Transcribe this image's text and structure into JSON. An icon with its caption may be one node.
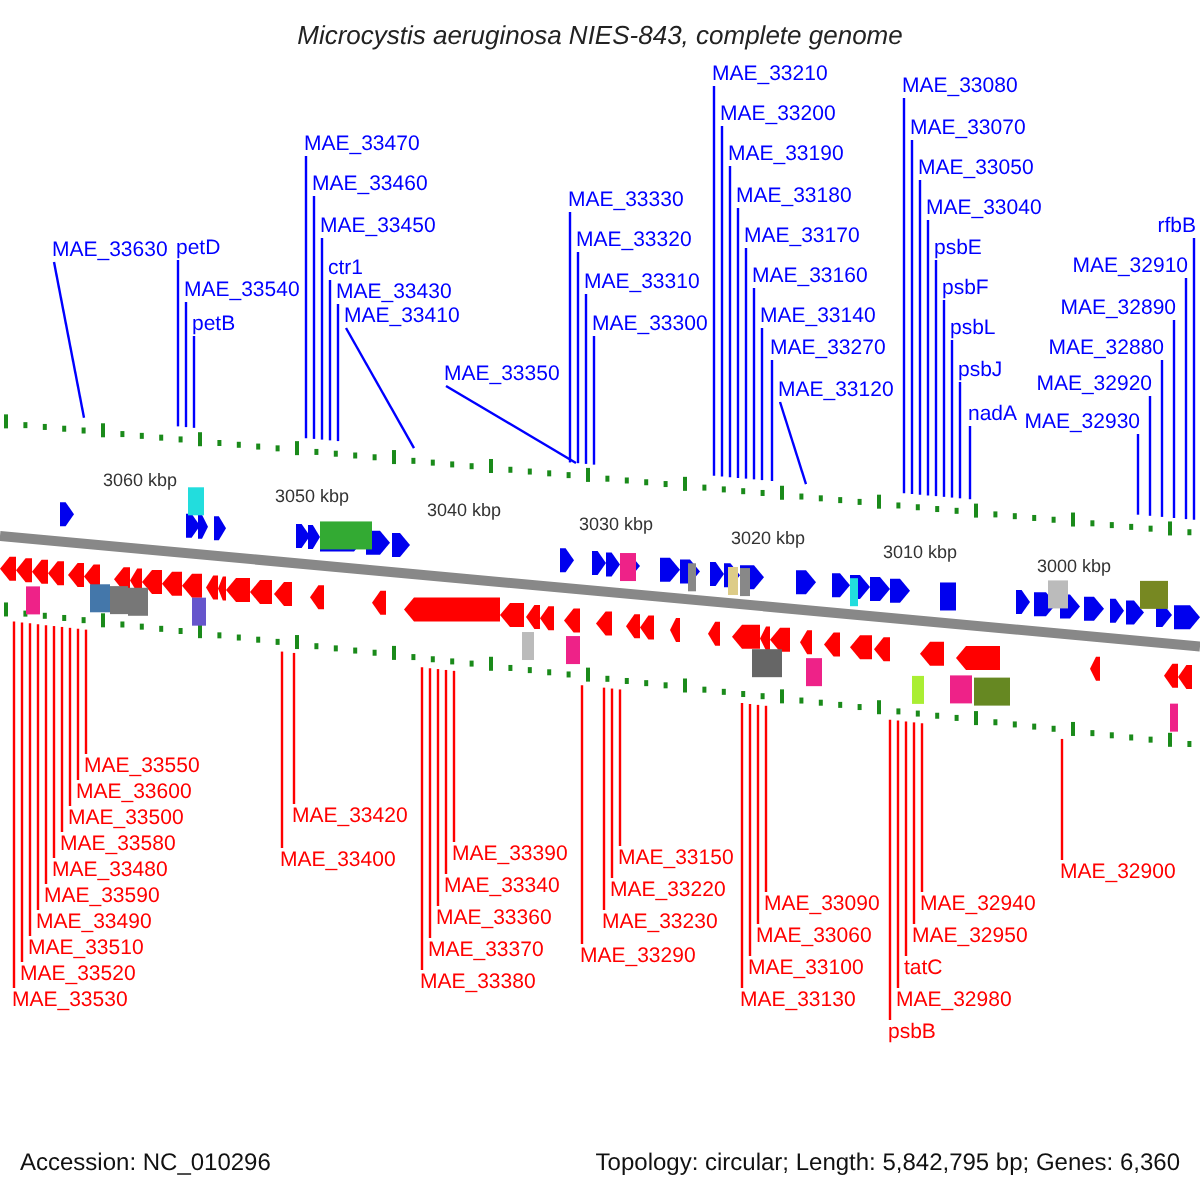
{
  "diagram": {
    "title": "Microcystis aeruginosa NIES-843, complete genome",
    "nodes": [
      {
        "text": [
          "MAE_33630"
        ]
      },
      {
        "text": [
          "petB"
        ]
      },
      {
        "text": [
          "petD"
        ]
      },
      {
        "text": [
          "MAE_33540"
        ]
      },
      {
        "text": [
          "MAE_33470"
        ]
      },
      {
        "text": [
          "MAE_33460"
        ]
      },
      {
        "text": [
          "MAE_33450"
        ]
      },
      {
        "text": [
          "ctr1"
        ]
      },
      {
        "text": [
          "MAE_33430"
        ]
      },
      {
        "text": [
          "MAE_33410"
        ]
      },
      {
        "text": [
          "MAE_33350"
        ]
      },
      {
        "text": [
          "MAE_33330"
        ]
      },
      {
        "text": [
          "MAE_33320"
        ]
      },
      {
        "text": [
          "MAE_33310"
        ]
      },
      {
        "text": [
          "MAE_33300"
        ]
      },
      {
        "text": [
          "MAE_33270"
        ]
      },
      {
        "text": [
          "MAE_33210"
        ]
      },
      {
        "text": [
          "MAE_33200"
        ]
      },
      {
        "text": [
          "MAE_33190"
        ]
      },
      {
        "text": [
          "MAE_33180"
        ]
      },
      {
        "text": [
          "MAE_33170"
        ]
      },
      {
        "text": [
          "MAE_33160"
        ]
      },
      {
        "text": [
          "MAE_33140"
        ]
      },
      {
        "text": [
          "MAE_33120"
        ]
      },
      {
        "text": [
          "MAE_33080"
        ]
      },
      {
        "text": [
          "MAE_33070"
        ]
      },
      {
        "text": [
          "MAE_33050"
        ]
      },
      {
        "text": [
          "MAE_33040"
        ]
      },
      {
        "text": [
          "psbE"
        ]
      },
      {
        "text": [
          "psbF"
        ]
      },
      {
        "text": [
          "psbL"
        ]
      },
      {
        "text": [
          "psbJ"
        ]
      },
      {
        "text": [
          "nadA"
        ]
      },
      {
        "text": [
          "MAE_32910"
        ]
      },
      {
        "text": [
          "MAE_32890"
        ]
      },
      {
        "text": [
          "MAE_32880"
        ]
      },
      {
        "text": [
          "MAE_32920"
        ]
      },
      {
        "text": [
          "MAE_32930"
        ]
      },
      {
        "text": [
          "rfbB"
        ]
      },
      {
        "text": [
          "MAE_33550"
        ]
      },
      {
        "text": [
          "MAE_33600"
        ]
      },
      {
        "text": [
          "MAE_33500"
        ]
      },
      {
        "text": [
          "MAE_33420"
        ]
      },
      {
        "text": [
          "MAE_33390"
        ]
      },
      {
        "text": [
          "MAE_33580"
        ]
      },
      {
        "text": [
          "MAE_33480"
        ]
      },
      {
        "text": [
          "MAE_33340"
        ]
      },
      {
        "text": [
          "MAE_33150"
        ]
      },
      {
        "text": [
          "MAE_33400"
        ]
      },
      {
        "text": [
          "MAE_33590"
        ]
      },
      {
        "text": [
          "MAE_33490"
        ]
      },
      {
        "text": [
          "MAE_33090"
        ]
      },
      {
        "text": [
          "MAE_32900"
        ]
      },
      {
        "text": [
          "tatC"
        ]
      },
      {
        "text": [
          "MAE_33220"
        ]
      },
      {
        "text": [
          "MAE_33360"
        ]
      },
      {
        "text": [
          "MAE_33510"
        ]
      },
      {
        "text": [
          "MAE_32940"
        ]
      },
      {
        "text": [
          "MAE_33060"
        ]
      },
      {
        "text": [
          "MAE_33230"
        ]
      },
      {
        "text": [
          "MAE_33370"
        ]
      },
      {
        "text": [
          "MAE_33520"
        ]
      },
      {
        "text": [
          "MAE_32950"
        ]
      },
      {
        "text": [
          "MAE_33290"
        ]
      },
      {
        "text": [
          "MAE_33100"
        ]
      },
      {
        "text": [
          "MAE_33530"
        ]
      },
      {
        "text": [
          "MAE_33380"
        ]
      },
      {
        "text": [
          "MAE_32980"
        ]
      },
      {
        "text": [
          "MAE_33130"
        ]
      },
      {
        "text": [
          "psbB"
        ]
      }
    ],
    "edges": [
      {
        "from": 0,
        "to": null,
        "arrow": "none"
      },
      {
        "from": 1,
        "to": null,
        "arrow": "none"
      },
      {
        "from": 2,
        "to": null,
        "arrow": "none"
      },
      {
        "from": 3,
        "to": null,
        "arrow": "none"
      },
      {
        "from": 4,
        "to": null,
        "arrow": "none"
      },
      {
        "from": 5,
        "to": null,
        "arrow": "none"
      },
      {
        "from": 6,
        "to": null,
        "arrow": "none"
      },
      {
        "from": 7,
        "to": null,
        "arrow": "none"
      },
      {
        "from": 8,
        "to": null,
        "arrow": "none"
      },
      {
        "from": 9,
        "to": null,
        "arrow": "none"
      },
      {
        "from": 10,
        "to": null,
        "arrow": "none"
      },
      {
        "from": 11,
        "to": null,
        "arrow": "none"
      },
      {
        "from": 12,
        "to": null,
        "arrow": "none"
      },
      {
        "from": 13,
        "to": null,
        "arrow": "none"
      },
      {
        "from": 14,
        "to": null,
        "arrow": "none"
      },
      {
        "from": 15,
        "to": null,
        "arrow": "none"
      },
      {
        "from": 16,
        "to": null,
        "arrow": "none"
      },
      {
        "from": 17,
        "to": null,
        "arrow": "none"
      },
      {
        "from": 18,
        "to": null,
        "arrow": "none"
      },
      {
        "from": 19,
        "to": null,
        "arrow": "none"
      },
      {
        "from": 20,
        "to": null,
        "arrow": "none"
      },
      {
        "from": 21,
        "to": null,
        "arrow": "none"
      },
      {
        "from": 22,
        "to": null,
        "arrow": "none"
      },
      {
        "from": 23,
        "to": null,
        "arrow": "none"
      },
      {
        "from": 24,
        "to": null,
        "arrow": "none"
      },
      {
        "from": 25,
        "to": null,
        "arrow": "none"
      },
      {
        "from": 26,
        "to": null,
        "arrow": "none"
      },
      {
        "from": 27,
        "to": null,
        "arrow": "none"
      },
      {
        "from": 28,
        "to": null,
        "arrow": "none"
      },
      {
        "from": 29,
        "to": null,
        "arrow": "none"
      },
      {
        "from": 30,
        "to": null,
        "arrow": "none"
      },
      {
        "from": 31,
        "to": null,
        "arrow": "none"
      },
      {
        "from": 32,
        "to": null,
        "arrow": "none"
      },
      {
        "from": 33,
        "to": null,
        "arrow": "none"
      },
      {
        "from": 34,
        "to": null,
        "arrow": "none"
      },
      {
        "from": 35,
        "to": null,
        "arrow": "none"
      },
      {
        "from": 36,
        "to": null,
        "arrow": "none"
      },
      {
        "from": 37,
        "to": null,
        "arrow": "none"
      },
      {
        "from": 38,
        "to": null,
        "arrow": "none"
      },
      {
        "from": 39,
        "to": null,
        "arrow": "none",
        "color": "#ff0000"
      },
      {
        "from": 40,
        "to": null,
        "arrow": "none",
        "color": "#ff0000"
      },
      {
        "from": 41,
        "to": null,
        "arrow": "none",
        "color": "#ff0000"
      },
      {
        "from": 42,
        "to": null,
        "arrow": "none",
        "color": "#ff0000"
      },
      {
        "from": 43,
        "to": null,
        "arrow": "none",
        "color": "#ff0000"
      },
      {
        "from": 44,
        "to": null,
        "arrow": "none",
        "color": "#ff0000"
      },
      {
        "from": 45,
        "to": null,
        "arrow": "none",
        "color": "#ff0000"
      },
      {
        "from": 46,
        "to": null,
        "arrow": "none",
        "color": "#ff0000"
      },
      {
        "from": 47,
        "to": null,
        "arrow": "none",
        "color": "#ff0000"
      },
      {
        "from": 48,
        "to": null,
        "arrow": "none",
        "color": "#ff0000"
      },
      {
        "from": 49,
        "to": null,
        "arrow": "none",
        "color": "#ff0000"
      },
      {
        "from": 50,
        "to": null,
        "arrow": "none",
        "color": "#ff0000"
      },
      {
        "from": 51,
        "to": null,
        "arrow": "none",
        "color": "#ff0000"
      },
      {
        "from": 52,
        "to": null,
        "arrow": "none",
        "color": "#ff0000"
      },
      {
        "from": 53,
        "to": null,
        "arrow": "none",
        "color": "#ff0000"
      },
      {
        "from": 54,
        "to": null,
        "arrow": "none",
        "color": "#ff0000"
      },
      {
        "from": 55,
        "to": null,
        "arrow": "none",
        "color": "#ff0000"
      },
      {
        "from": 56,
        "to": null,
        "arrow": "none",
        "color": "#ff0000"
      },
      {
        "from": 57,
        "to": null,
        "arrow": "none",
        "color": "#ff0000"
      },
      {
        "from": 58,
        "to": null,
        "arrow": "none",
        "color": "#ff0000"
      },
      {
        "from": 59,
        "to": null,
        "arrow": "none",
        "color": "#ff0000"
      },
      {
        "from": 60,
        "to": null,
        "arrow": "none",
        "color": "#ff0000"
      },
      {
        "from": 61,
        "to": null,
        "arrow": "none",
        "color": "#ff0000"
      },
      {
        "from": 62,
        "to": null,
        "arrow": "none",
        "color": "#ff0000"
      },
      {
        "from": 63,
        "to": null,
        "arrow": "none",
        "color": "#ff0000"
      },
      {
        "from": 64,
        "to": null,
        "arrow": "none",
        "color": "#ff0000"
      },
      {
        "from": 65,
        "to": null,
        "arrow": "none",
        "color": "#ff0000"
      },
      {
        "from": 66,
        "to": null,
        "arrow": "none",
        "color": "#ff0000"
      },
      {
        "from": 67,
        "to": null,
        "arrow": "none",
        "color": "#ff0000"
      },
      {
        "from": 68,
        "to": null,
        "arrow": "none",
        "color": "#ff0000"
      },
      {
        "from": 69,
        "to": null,
        "arrow": "none",
        "color": "#ff0000"
      }
    ],
    "labels": [
      "3060 kbp",
      "3050 kbp",
      "3040 kbp",
      "3030 kbp",
      "3020 kbp",
      "3010 kbp",
      "3000 kbp",
      "Accession: NC_010296",
      "Topology: circular; Length: 5,842,795 bp; Genes: 6,360"
    ]
  }
}
